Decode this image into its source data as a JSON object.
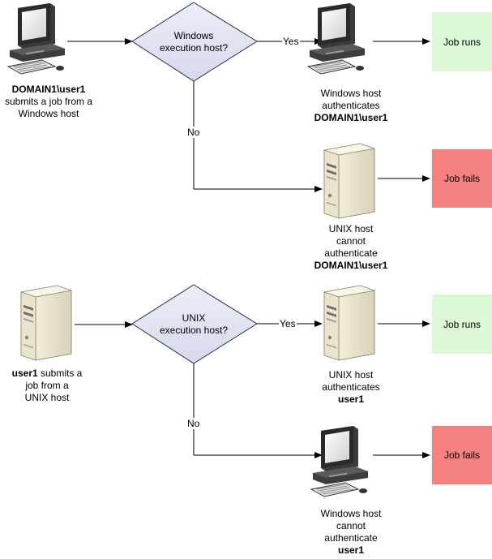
{
  "colors": {
    "runs_fill": "#dcf8d6",
    "fails_fill": "#f48080",
    "diamond_fill": "#e0e3f2",
    "line": "#000000"
  },
  "icons": {
    "workstation": "computer-icon",
    "server": "server-tower-icon"
  },
  "flow1": {
    "source": {
      "bold": "DOMAIN1\\user1",
      "line2": "submits a job from a",
      "line3": "Windows host"
    },
    "decision": {
      "line1": "Windows",
      "line2": "execution host?"
    },
    "yes_label": "Yes",
    "no_label": "No",
    "yes_target": {
      "line1": "Windows host",
      "line2": "authenticates",
      "bold": "DOMAIN1\\user1"
    },
    "no_target": {
      "line1": "UNIX host",
      "line2": "cannot",
      "line3": "authenticate",
      "bold": "DOMAIN1\\user1"
    },
    "result_yes": "Job runs",
    "result_no": "Job fails"
  },
  "flow2": {
    "source": {
      "bold": "user1",
      "line1_rest": " submits a",
      "line2": "job from a",
      "line3": "UNIX host"
    },
    "decision": {
      "line1": "UNIX",
      "line2": "execution host?"
    },
    "yes_label": "Yes",
    "no_label": "No",
    "yes_target": {
      "line1": "UNIX host",
      "line2": "authenticates",
      "bold": "user1"
    },
    "no_target": {
      "line1": "Windows host",
      "line2": "cannot",
      "line3": "authenticate",
      "bold": "user1"
    },
    "result_yes": "Job runs",
    "result_no": "Job fails"
  }
}
